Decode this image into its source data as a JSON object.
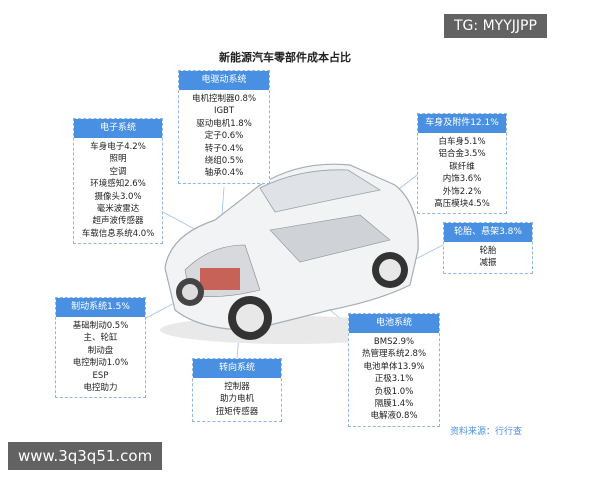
{
  "title": "新能源汽车零部件成本占比",
  "boxes": {
    "drive": {
      "header": "电驱动系统",
      "items": [
        "电机控制器0.8%",
        "IGBT",
        "驱动电机1.8%",
        "定子0.6%",
        "转子0.4%",
        "绕组0.5%",
        "轴承0.4%"
      ]
    },
    "electronic": {
      "header": "电子系统",
      "items": [
        "车身电子4.2%",
        "照明",
        "空调",
        "环境感知2.6%",
        "摄像头3.0%",
        "毫米波雷达",
        "超声波传感器",
        "车载信息系统4.0%"
      ]
    },
    "body": {
      "header": "车身及附件12.1%",
      "items": [
        "白车身5.1%",
        "铝合金3.5%",
        "碳纤维",
        "内饰3.6%",
        "外饰2.2%",
        "高压模块4.5%"
      ]
    },
    "tire": {
      "header": "轮胎、悬架3.8%",
      "items": [
        "轮胎",
        "减振"
      ]
    },
    "brake": {
      "header": "制动系统1.5%",
      "items": [
        "基础制动0.5%",
        "主、轮缸",
        "制动盘",
        "电控制动1.0%",
        "ESP",
        "电控助力"
      ]
    },
    "steering": {
      "header": "转向系统",
      "items": [
        "控制器",
        "助力电机",
        "扭矩传感器"
      ]
    },
    "battery": {
      "header": "电池系统",
      "items": [
        "BMS2.9%",
        "热管理系统2.8%",
        "电池单体13.9%",
        "正极3.1%",
        "负极1.0%",
        "隔膜1.4%",
        "电解液0.8%"
      ]
    }
  },
  "source": "资料来源：行行查",
  "watermark_top": "TG: MYYJJPP",
  "watermark_bottom": "www.3q3q51.com",
  "colors": {
    "header_bg": "#4a90e2",
    "border": "#8fb6e6"
  }
}
